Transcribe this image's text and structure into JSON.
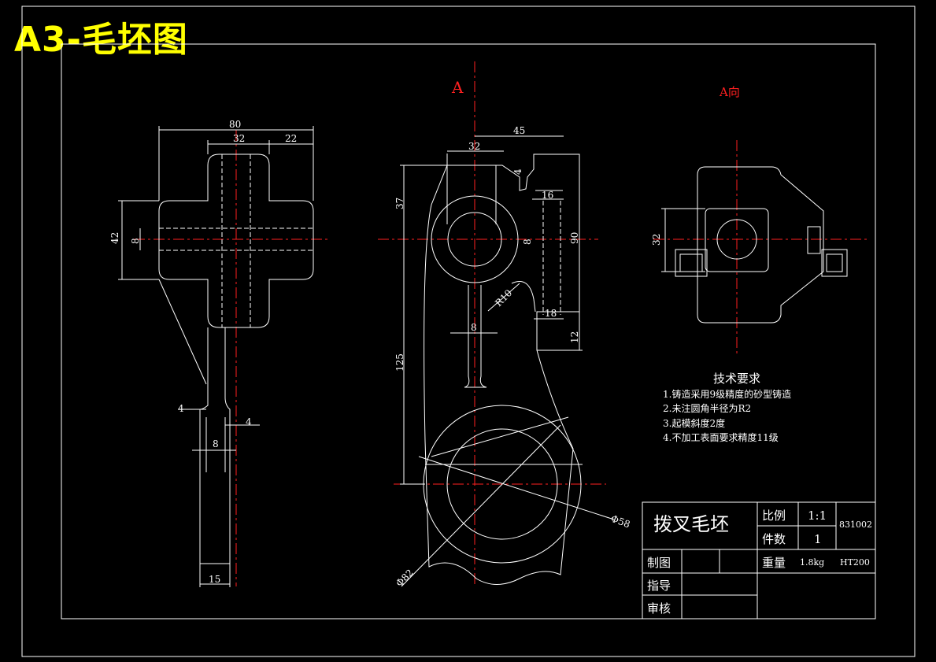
{
  "sheet_title": "A3-毛坯图",
  "view_a_label": "A",
  "view_a_direction_label": "A向",
  "side_view_dims": {
    "d80": "80",
    "d32": "32",
    "d22": "22",
    "d42": "42",
    "d8": "8",
    "d4_left": "4",
    "d4_right": "4",
    "d8_bottom": "8",
    "d15": "15"
  },
  "front_view_dims": {
    "d32": "32",
    "d45": "45",
    "d4": "4",
    "d37": "37",
    "d16": "16",
    "d8_hole": "8",
    "d90": "90",
    "r10": "R10",
    "d8_rib": "8",
    "d18": "18",
    "d12": "12",
    "d125": "125",
    "phi58": "Φ58",
    "phi82": "Φ82"
  },
  "a_view_dims": {
    "d32": "32"
  },
  "tech_requirements": {
    "heading": "技术要求",
    "items": [
      "1.铸造采用9级精度的砂型铸造",
      "2.未注圆角半径为R2",
      "3.起模斜度2度",
      "4.不加工表面要求精度11级"
    ]
  },
  "title_block": {
    "part_name": "拨叉毛坯",
    "scale_label": "比例",
    "scale_value": "1:1",
    "quantity_label": "件数",
    "quantity_value": "1",
    "drawing_number": "831002",
    "drawn_label": "制图",
    "weight_label": "重量",
    "weight_value": "1.8kg",
    "material": "HT200",
    "guide_label": "指导",
    "review_label": "审核"
  },
  "colors": {
    "background": "#000000",
    "outline": "#ffffff",
    "centerline": "#ff0000",
    "title": "#ffff00",
    "view_label": "#ff2020"
  }
}
